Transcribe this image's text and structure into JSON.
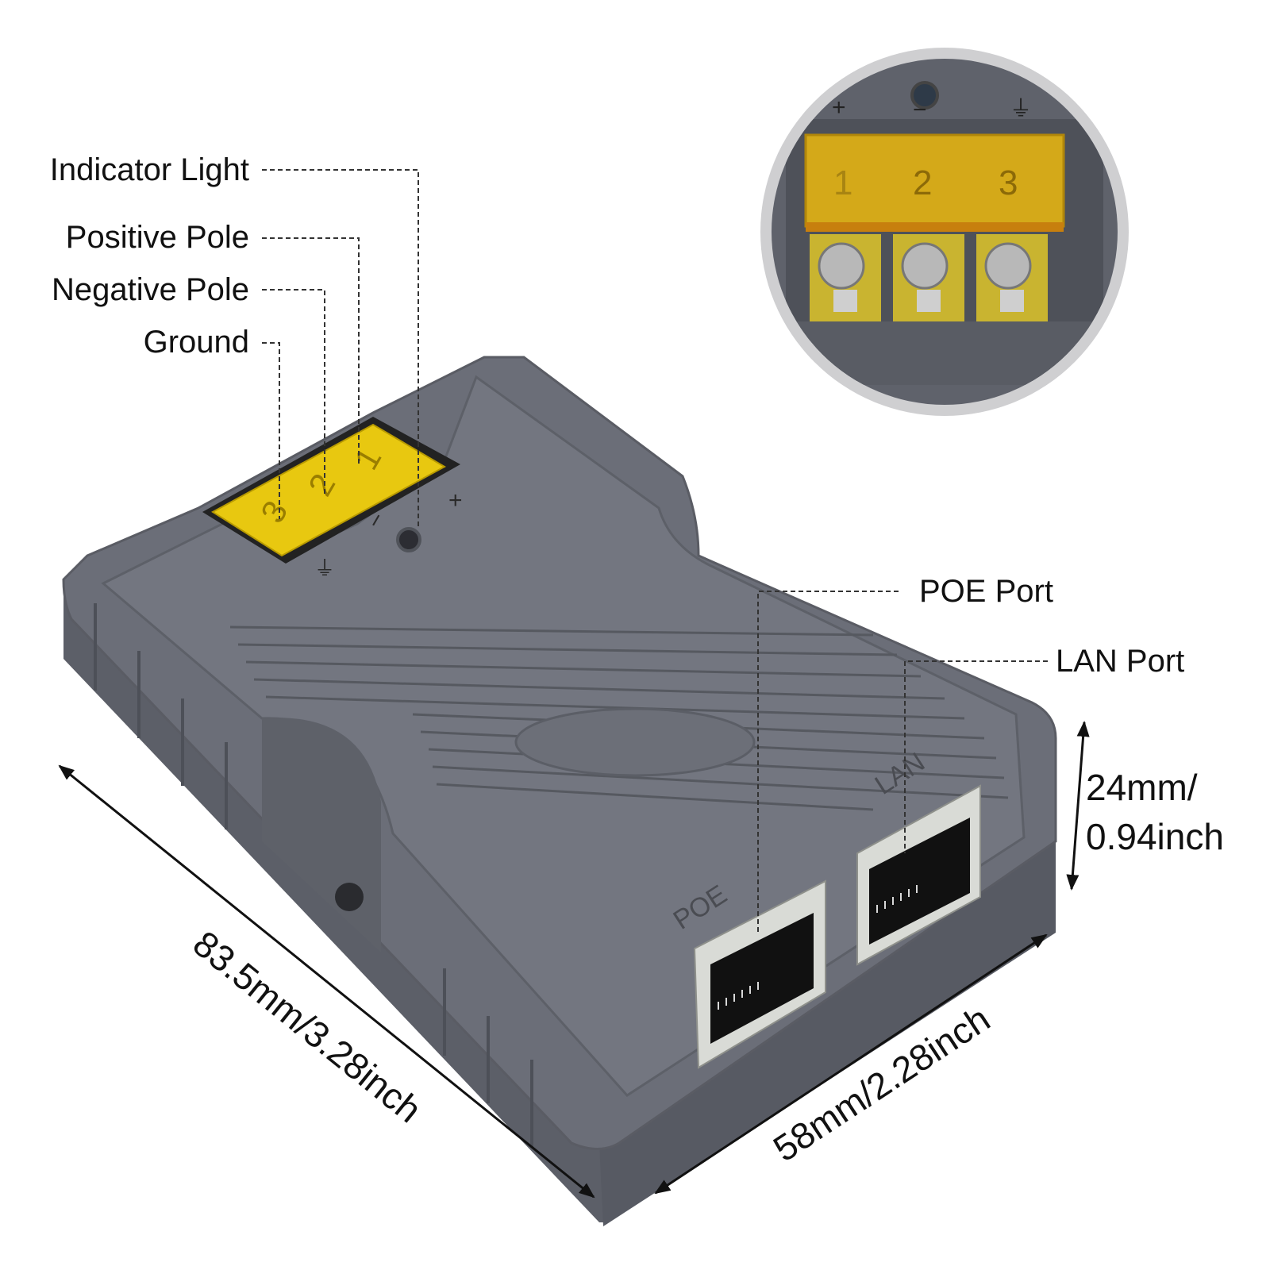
{
  "callouts": {
    "indicator_light": "Indicator Light",
    "positive_pole": "Positive Pole",
    "negative_pole": "Negative Pole",
    "ground": "Ground",
    "poe_port": "POE Port",
    "lan_port": "LAN Port"
  },
  "dimensions": {
    "length": "83.5mm/3.28inch",
    "width": "58mm/2.28inch",
    "height_line1": "24mm/",
    "height_line2": "0.94inch"
  },
  "device_markings": {
    "poe": "POE",
    "lan": "LAN",
    "terminal_numbers": [
      "1",
      "2",
      "3"
    ],
    "plus": "+",
    "minus": "−",
    "ground_symbol": "⏚"
  },
  "colors": {
    "housing": "#6b6e78",
    "housing_dark": "#55575f",
    "housing_light": "#80838c",
    "terminal_cover": "#e8c810",
    "port_frame": "#d9dbd6",
    "line": "#111111"
  }
}
